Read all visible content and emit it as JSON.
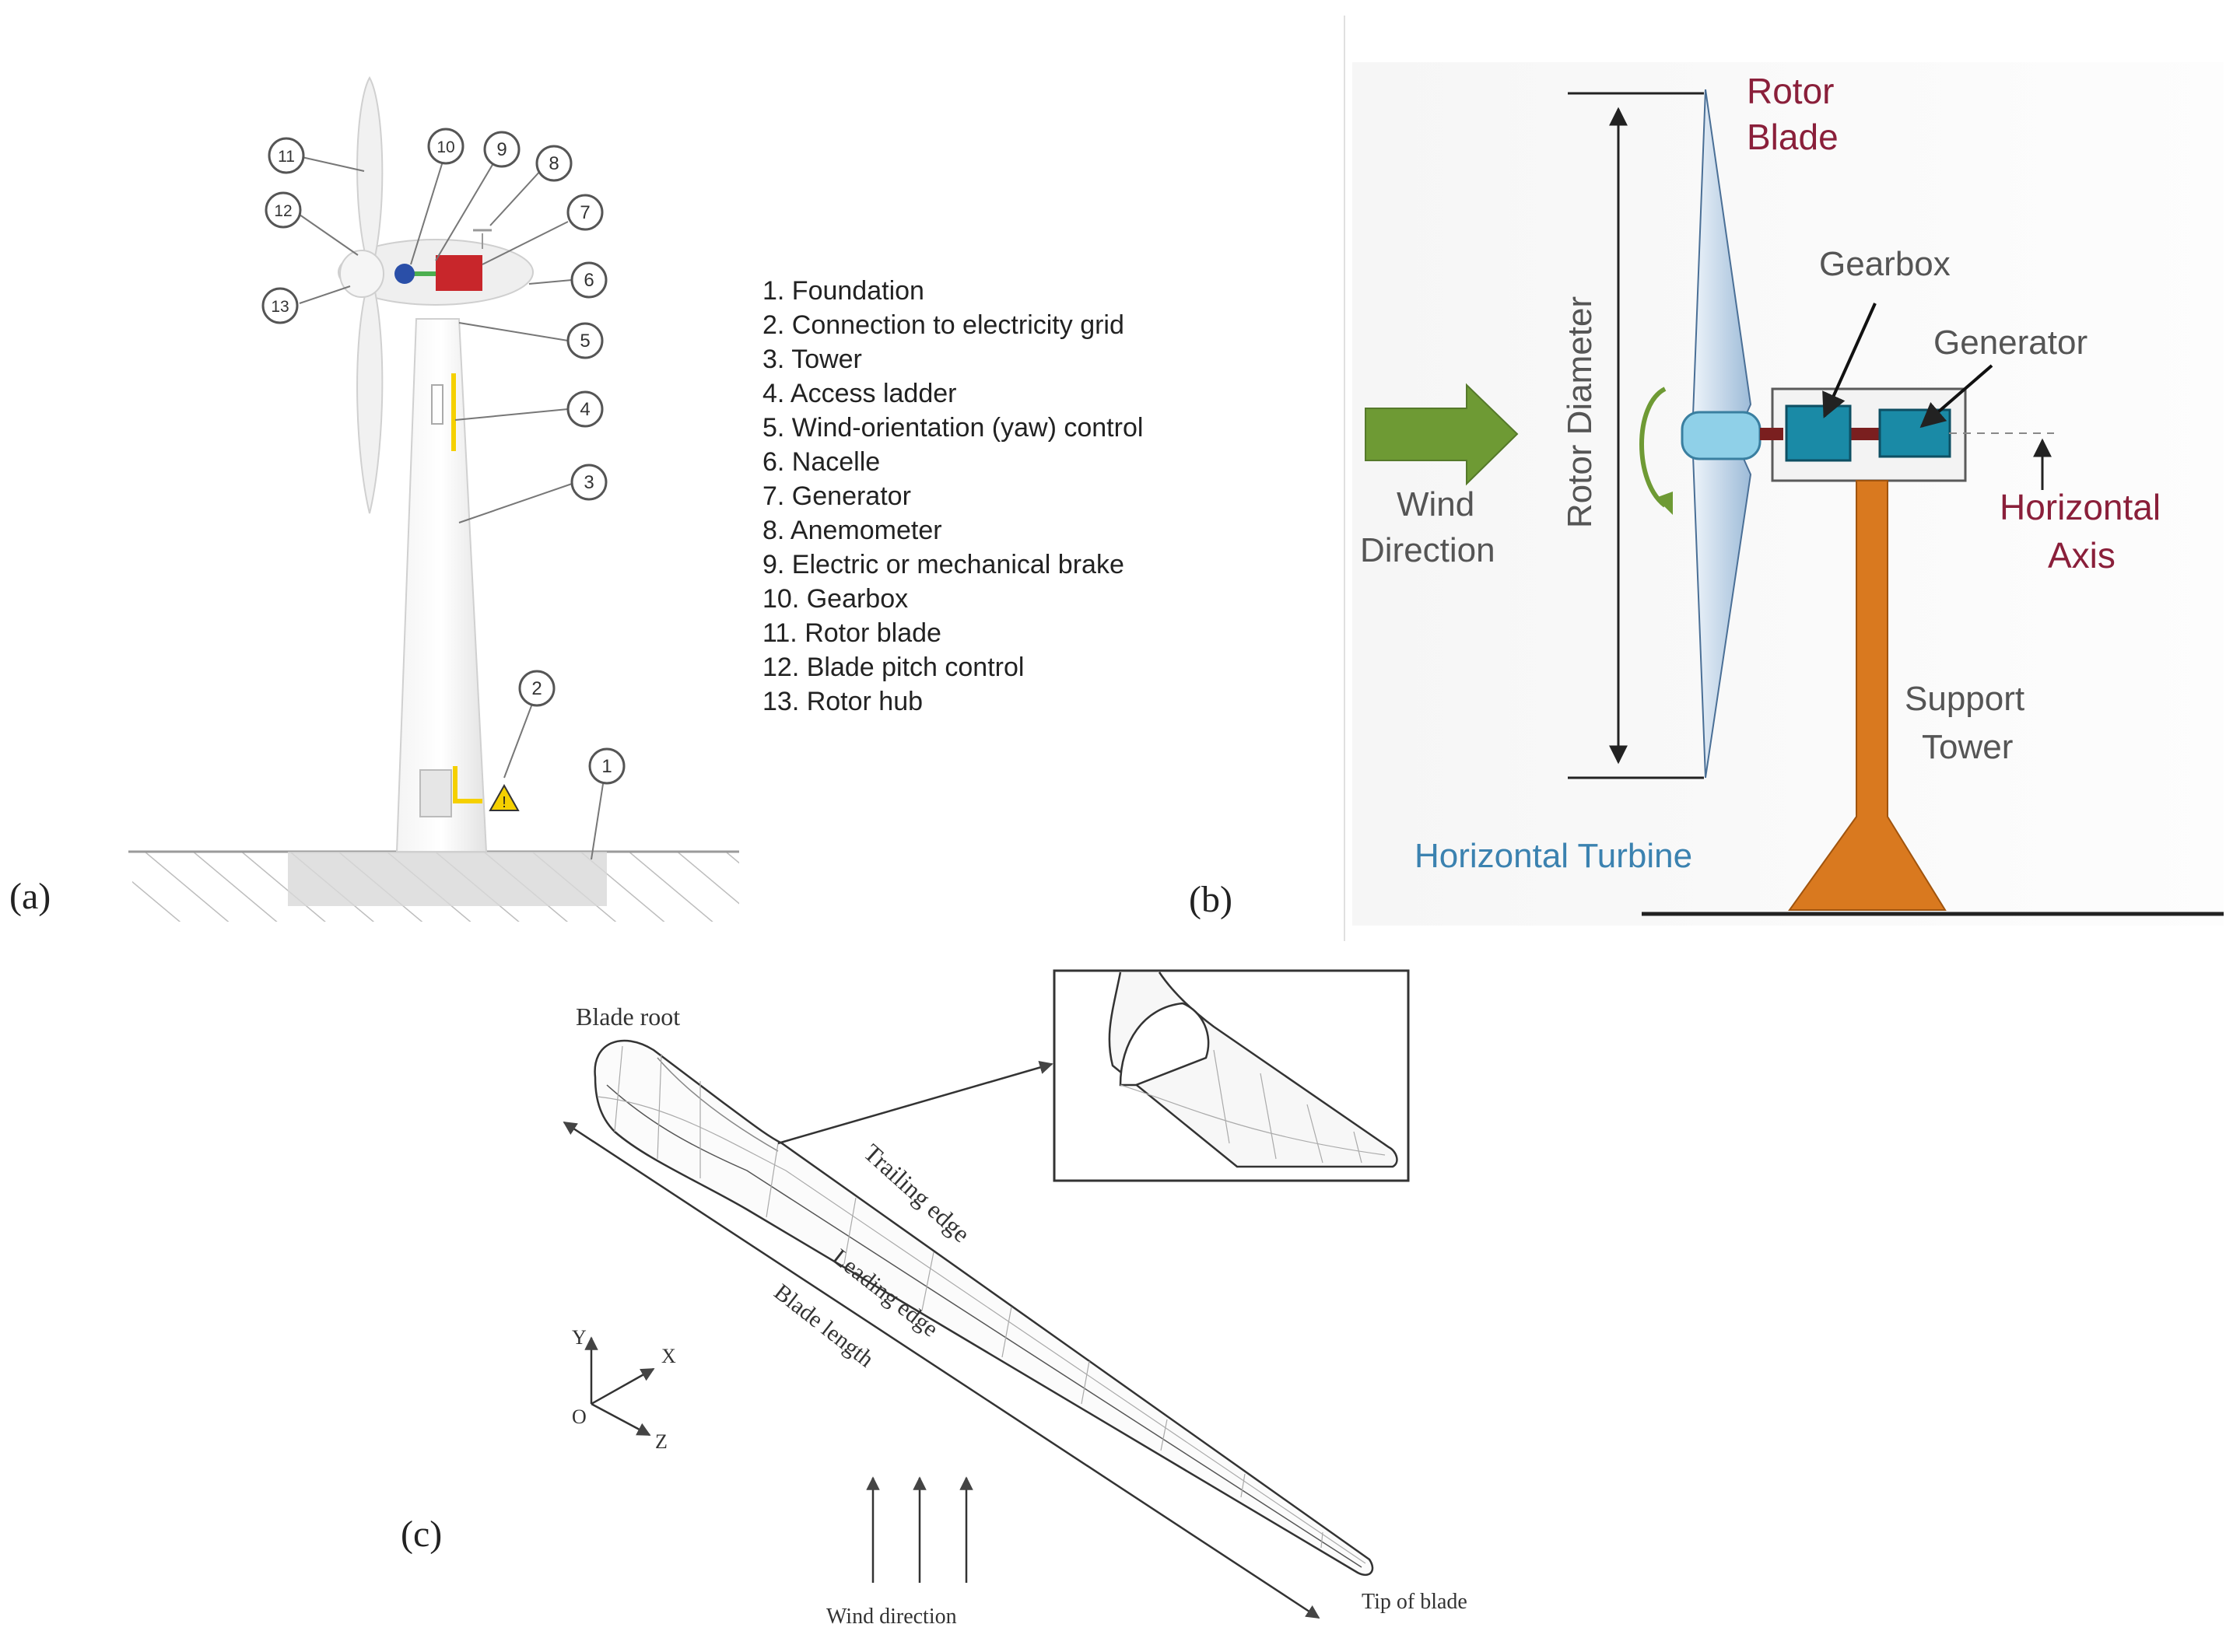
{
  "panel_a": {
    "label": "(a)",
    "callouts": [
      "1",
      "2",
      "3",
      "4",
      "5",
      "6",
      "7",
      "8",
      "9",
      "10",
      "11",
      "12",
      "13"
    ],
    "legend": [
      "1. Foundation",
      "2. Connection to electricity grid",
      "3. Tower",
      "4. Access ladder",
      "5. Wind-orientation (yaw) control",
      "6. Nacelle",
      "7. Generator",
      "8. Anemometer",
      "9. Electric or mechanical brake",
      "10. Gearbox",
      "11. Rotor blade",
      "12. Blade pitch control",
      "13. Rotor hub"
    ]
  },
  "panel_b": {
    "label": "(b)",
    "rotor_blade": [
      "Rotor",
      "Blade"
    ],
    "gearbox": "Gearbox",
    "generator": "Generator",
    "wind_direction": [
      "Wind",
      "Direction"
    ],
    "rotor_diameter": "Rotor Diameter",
    "horizontal_axis": [
      "Horizontal",
      "Axis"
    ],
    "support_tower": [
      "Support",
      "Tower"
    ],
    "horizontal_turbine": "Horizontal Turbine",
    "colors": {
      "arrow_green": "#6e9a34",
      "tower_orange": "#d9791f",
      "gearbox_teal": "#1a8aa6",
      "blade_blue": "#b7cfe6",
      "label_red": "#8a1f3a",
      "label_blue": "#3b82b0"
    }
  },
  "panel_c": {
    "label": "(c)",
    "blade_root": "Blade root",
    "trailing_edge": "Trailing edge",
    "leading_edge": "Leading edge",
    "blade_length": "Blade length",
    "tip_of_blade": "Tip of blade",
    "wind_direction": "Wind direction",
    "axes": {
      "y": "Y",
      "x": "X",
      "o": "O",
      "z": "Z"
    }
  }
}
